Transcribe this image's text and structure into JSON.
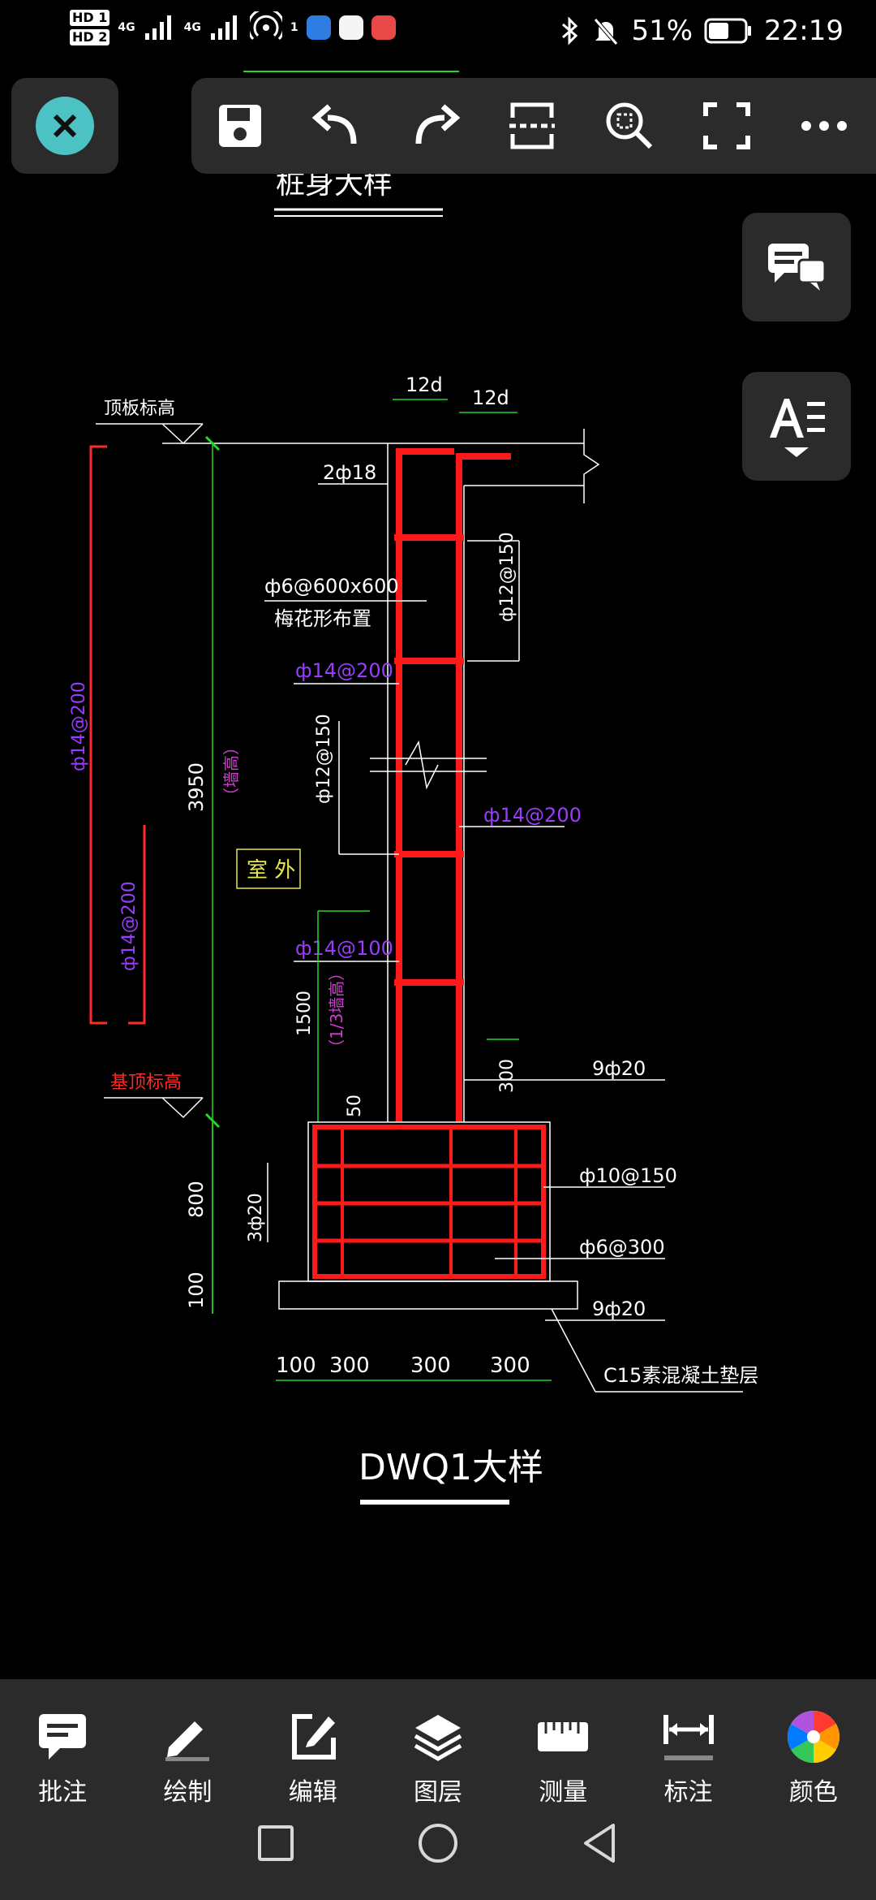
{
  "status_bar": {
    "hd1": "HD 1",
    "hd2": "HD 2",
    "sig1": "4G",
    "sig2": "4G",
    "hotspot_badge": "1",
    "battery": "51%",
    "time": "22:19"
  },
  "drawing": {
    "title_top_partial": "桩身大样",
    "label_12d_left": "12d",
    "label_12d_right": "12d",
    "roof_elev": "顶板标高",
    "rebar_2d18": "2ф18",
    "rebar_phi6": "ф6@600x600",
    "plum_layout": "梅花形布置",
    "rebar_v_12_150_right": "ф12@150",
    "rebar_14_200_a": "ф14@200",
    "rebar_v_12_150_left": "ф12@150",
    "rebar_14_200_b": "ф14@200",
    "rebar_v_14_200_outer": "ф14@200",
    "rebar_v_14_200_inner": "ф14@200",
    "dim_3950": "3950",
    "wall_height": "（墙高）",
    "outside": "室  外",
    "rebar_14_100": "ф14@100",
    "dim_1500": "1500",
    "third_wall_height": "（1/3墙高）",
    "base_elev": "基顶标高",
    "dim_300_v": "300",
    "rebar_9d20_top": "9ф20",
    "dim_50": "50",
    "rebar_10_150": "ф10@150",
    "dim_800": "800",
    "rebar_3d20": "3ф20",
    "rebar_6_300": "ф6@300",
    "dim_100_v": "100",
    "rebar_9d20_bottom": "9ф20",
    "dim_100": "100",
    "dim_300_a": "300",
    "dim_300_b": "300",
    "dim_300_c": "300",
    "cushion": "C15素混凝土垫层",
    "detail_title": "DWQ1大样"
  },
  "toolbar": {
    "close": "close-icon",
    "save": "save-icon",
    "undo": "undo-icon",
    "redo": "redo-icon",
    "section": "section-icon",
    "zoom": "zoom-icon",
    "fullscreen": "fullscreen-icon",
    "more": "more-icon"
  },
  "bottom_tools": [
    {
      "label": "批注",
      "icon": "comment-icon"
    },
    {
      "label": "绘制",
      "icon": "pencil-icon"
    },
    {
      "label": "编辑",
      "icon": "edit-icon"
    },
    {
      "label": "图层",
      "icon": "layers-icon"
    },
    {
      "label": "测量",
      "icon": "ruler-icon"
    },
    {
      "label": "标注",
      "icon": "dimension-icon"
    },
    {
      "label": "颜色",
      "icon": "color-wheel-icon"
    }
  ],
  "colors": {
    "panel": "#2b2b2b",
    "accent": "#4cc2c4",
    "rebar": "#ff1a1a",
    "dim_green": "#22d822",
    "label_purple": "#9a3cff",
    "label_magenta": "#d33cd3",
    "text_white": "#ffffff",
    "outline_yellow": "#e6e64d"
  }
}
